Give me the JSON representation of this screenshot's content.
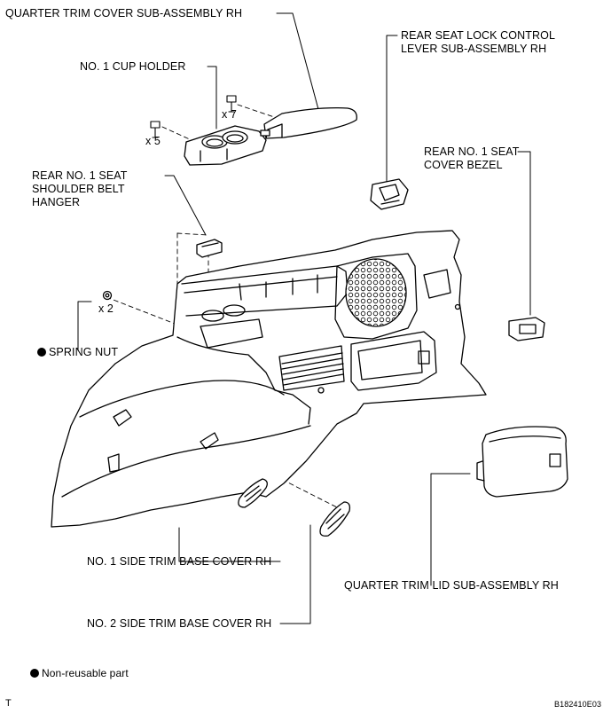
{
  "labels": {
    "quarter_trim_cover": "QUARTER TRIM COVER SUB-ASSEMBLY RH",
    "rear_seat_lock_1": "REAR SEAT LOCK CONTROL",
    "rear_seat_lock_2": "LEVER SUB-ASSEMBLY RH",
    "cup_holder": "NO. 1 CUP HOLDER",
    "qty_7": "x 7",
    "qty_5": "x 5",
    "seat_cover_bezel_1": "REAR NO. 1 SEAT",
    "seat_cover_bezel_2": "COVER BEZEL",
    "belt_hanger_1": "REAR NO. 1 SEAT",
    "belt_hanger_2": "SHOULDER BELT",
    "belt_hanger_3": "HANGER",
    "qty_2": "x 2",
    "spring_nut": "SPRING NUT",
    "side_trim_1": "NO. 1 SIDE TRIM BASE COVER RH",
    "side_trim_2": "NO. 2 SIDE TRIM BASE COVER RH",
    "quarter_trim_lid": "QUARTER TRIM LID SUB-ASSEMBLY RH",
    "legend": "Non-reusable part",
    "corner_mark": "T",
    "figure_code": "B182410E03"
  },
  "icons": {
    "non_reusable": "filled-circle-icon"
  },
  "colors": {
    "line": "#000000",
    "background": "#ffffff"
  }
}
